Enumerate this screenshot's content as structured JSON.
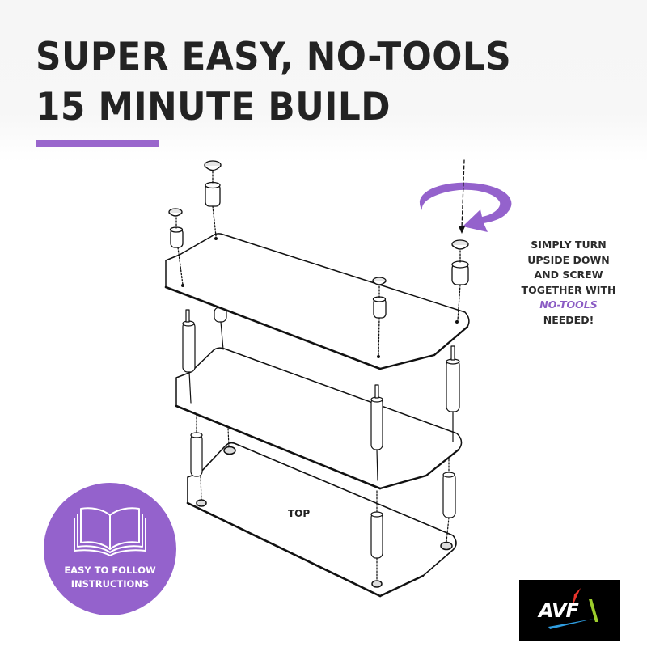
{
  "headline": {
    "line1": "SUPER EASY, NO-TOOLS",
    "line2": "15 MINUTE BUILD"
  },
  "callout": {
    "line1": "SIMPLY TURN",
    "line2": "UPSIDE DOWN",
    "line3": "AND SCREW",
    "line4": "TOGETHER WITH",
    "emphasis": "NO-TOOLS",
    "line6": "NEEDED!"
  },
  "diagram": {
    "panel_label": "TOP",
    "rotate_icon": "rotate-arrow-icon"
  },
  "badge": {
    "icon": "open-book-icon",
    "line1": "EASY TO FOLLOW",
    "line2": "INSTRUCTIONS"
  },
  "logo": {
    "text": "AVF"
  },
  "colors": {
    "accent": "#9966cc",
    "badge": "#9462cc",
    "headline": "#232323",
    "logo_bg": "#000000",
    "logo_red": "#e8332b",
    "logo_green": "#9ccc2c",
    "logo_blue": "#2f9de0"
  }
}
